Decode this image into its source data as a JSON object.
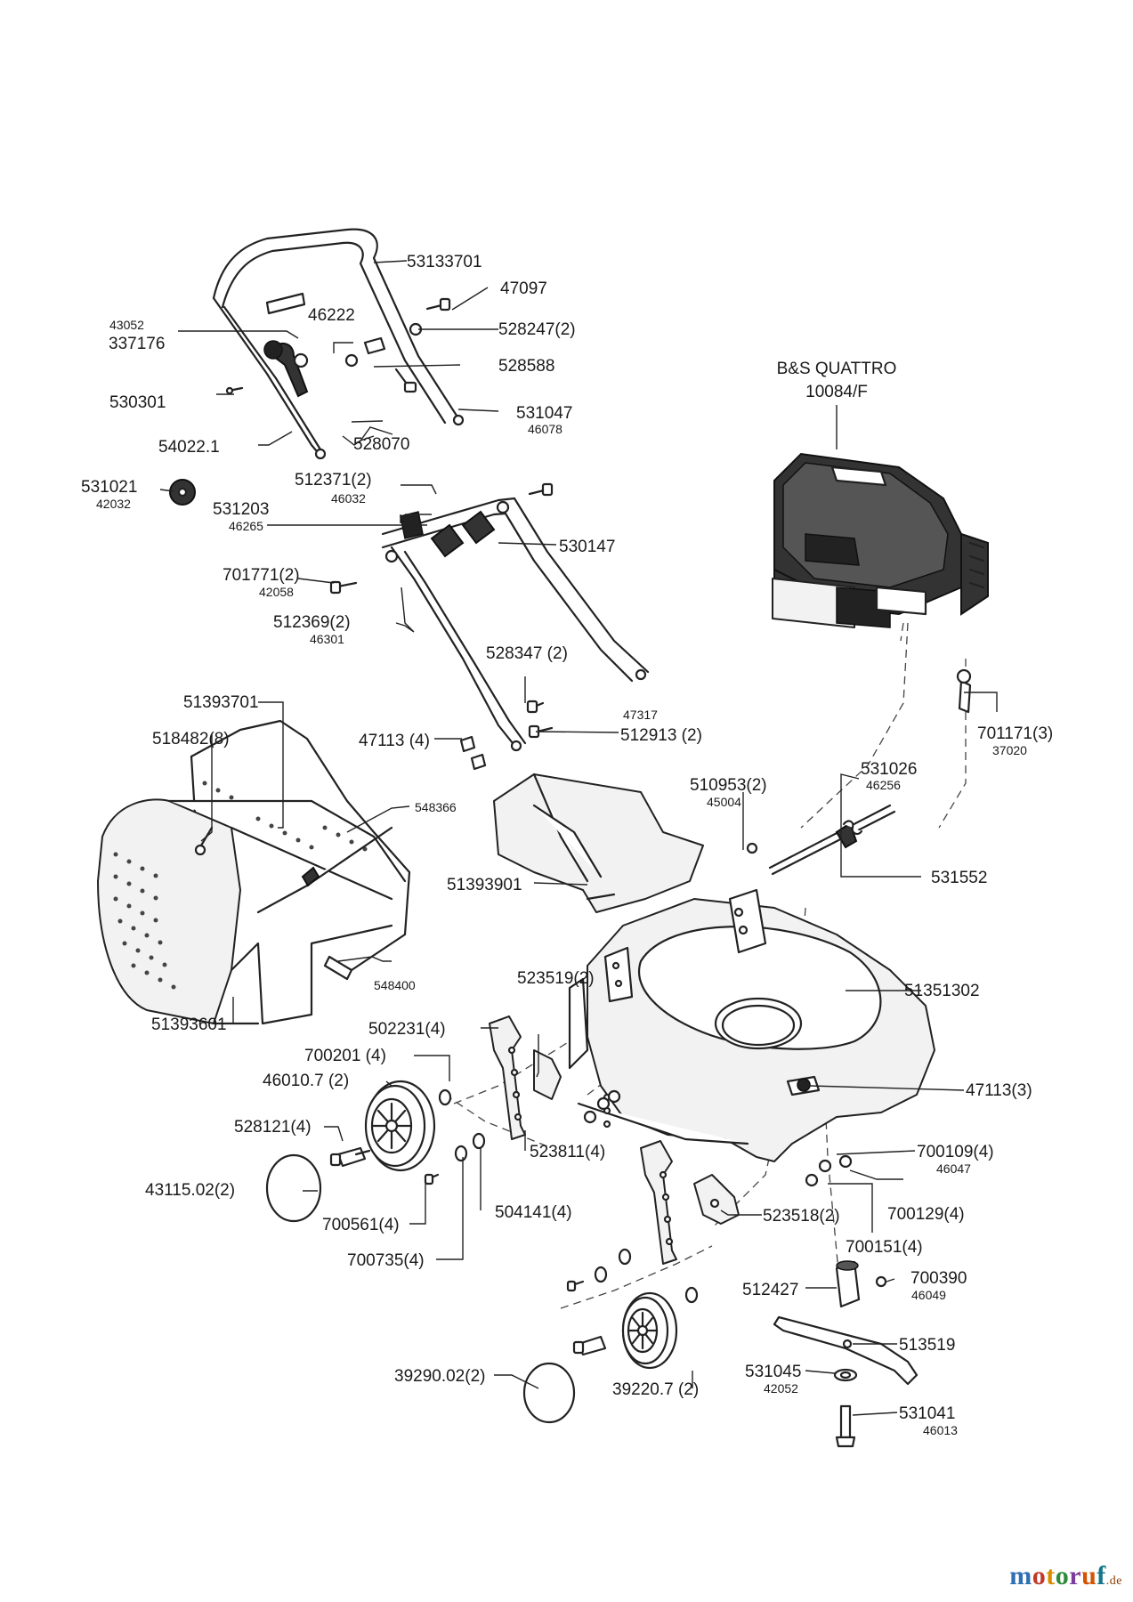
{
  "engine": {
    "title": "B&S QUATTRO",
    "model": "10084/F"
  },
  "labels": {
    "l53133701": "53133701",
    "l47097": "47097",
    "l43052": "43052",
    "l337176": "337176",
    "l46222": "46222",
    "l528247": "528247(2)",
    "l528588": "528588",
    "l530301": "530301",
    "l531047": "531047",
    "l46078": "46078",
    "l54022": "54022.1",
    "l528070": "528070",
    "l512371": "512371(2)",
    "l46032": "46032",
    "l531021": "531021",
    "l42032": "42032",
    "l531203": "531203",
    "l46265": "46265",
    "l530147": "530147",
    "l701771": "701771(2)",
    "l42058": "42058",
    "l512369": "512369(2)",
    "l46301": "46301",
    "l528347": "528347 (2)",
    "l47317": "47317",
    "l512913": "512913 (2)",
    "l47113a": "47113 (4)",
    "l51393701": "51393701",
    "l518482": "518482(8)",
    "l548366": "548366",
    "l548400": "548400",
    "l51393601": "51393601",
    "l51393901": "51393901",
    "l510953": "510953(2)",
    "l45004": "45004",
    "l531026": "531026",
    "l46256": "46256",
    "l701171": "701171(3)",
    "l37020": "37020",
    "l531552": "531552",
    "l51351302": "51351302",
    "l47113b": "47113(3)",
    "l523519": "523519(2)",
    "l502231": "502231(4)",
    "l700201": "700201 (4)",
    "l46010": "46010.7 (2)",
    "l528121": "528121(4)",
    "l43115": "43115.02(2)",
    "l700561": "700561(4)",
    "l700735": "700735(4)",
    "l504141": "504141(4)",
    "l523811": "523811(4)",
    "l523518": "523518(2)",
    "l700109": "700109(4)",
    "l46047": "46047",
    "l700129": "700129(4)",
    "l700151": "700151(4)",
    "l700390": "700390",
    "l46049": "46049",
    "l512427": "512427",
    "l513519": "513519",
    "l531045": "531045",
    "l42052": "42052",
    "l531041": "531041",
    "l46013": "46013",
    "l39290": "39290.02(2)",
    "l39220": "39220.7 (2)"
  },
  "watermark": {
    "text": "motoruf",
    "tld": ".de"
  },
  "brand_colors": [
    "#2f6fb3",
    "#c0392b",
    "#d98c00",
    "#2e8b3a",
    "#7a3d9b",
    "#d35400",
    "#16748a"
  ]
}
